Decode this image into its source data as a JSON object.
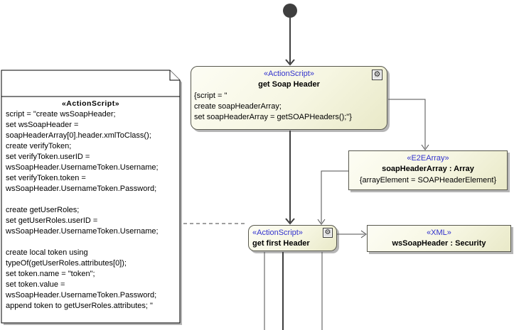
{
  "note": {
    "stereotype": "«ActionScript»",
    "body": "script = \"create wsSoapHeader;\nset wsSoapHeader =\nsoapHeaderArray[0].header.xmlToClass();\ncreate verifyToken;\nset verifyToken.userID =\nwsSoapHeader.UsernameToken.Username;\nset verifyToken.token =\nwsSoapHeader.UsernameToken.Password;\n\ncreate getUserRoles;\nset getUserRoles.userID =\nwsSoapHeader.UsernameToken.Username;\n\ncreate local token using\ntypeOf(getUserRoles.attributes[0]);\nset token.name = \"token\";\nset token.value =\nwsSoapHeader.UsernameToken.Password;\nappend token to getUserRoles.attributes; \""
  },
  "nodes": {
    "get_soap_header": {
      "stereotype": "«ActionScript»",
      "name": "get Soap Header",
      "body": "{script = \"\ncreate soapHeaderArray;\nset soapHeaderArray = getSOAPHeaders();\"}"
    },
    "soap_header_array": {
      "stereotype": "«E2EArray»",
      "name": "soapHeaderArray : Array",
      "constraint": "{arrayElement = SOAPHeaderElement}"
    },
    "get_first_header": {
      "stereotype": "«ActionScript»",
      "name": "get first Header"
    },
    "ws_soap_header": {
      "stereotype": "«XML»",
      "name": "wsSoapHeader : Security"
    }
  },
  "icons": {
    "behavior_icon": "⚙"
  },
  "colors": {
    "stereotype_blue": "#3232cd",
    "node_fill_light": "#fdfdf4",
    "node_fill_dark": "#e9e9c8",
    "node_border": "#58584e",
    "shadow_gray": "#b6b6b6",
    "flow_dark": "#3f3f3f",
    "flow_thin": "#4d4d4d"
  }
}
